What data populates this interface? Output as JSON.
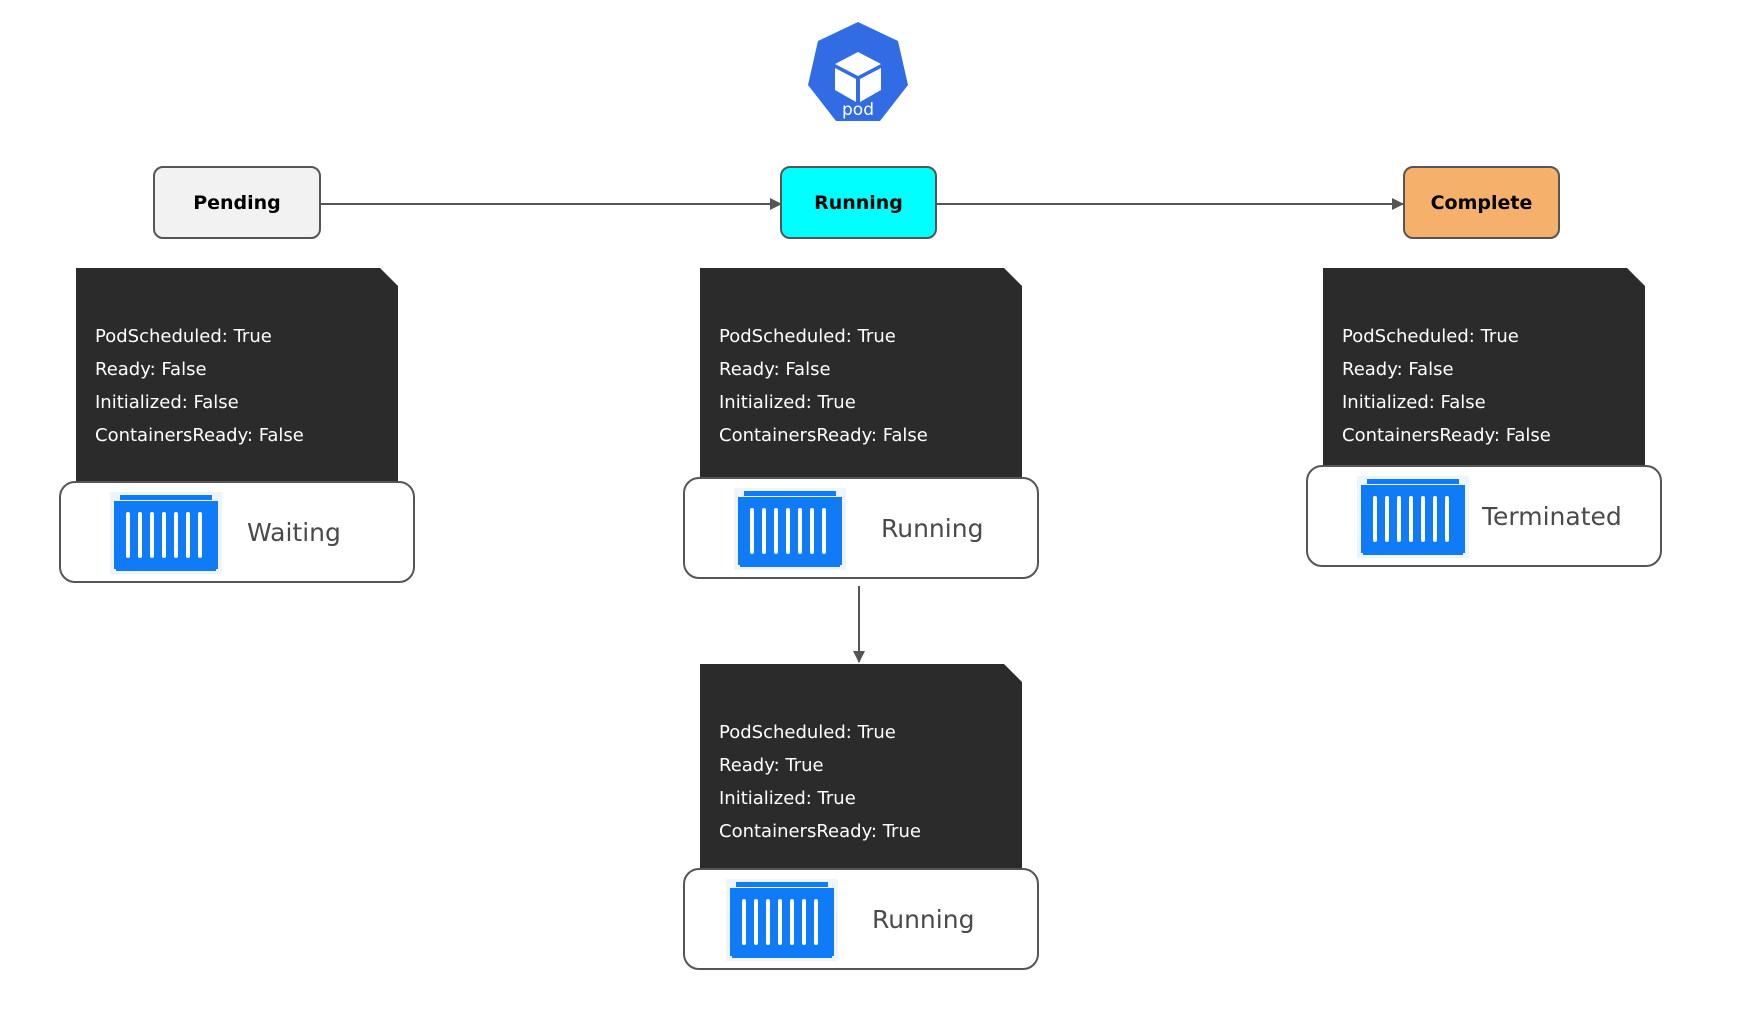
{
  "logo": {
    "icon": "pod-icon",
    "label": "pod",
    "color": "#326ce5"
  },
  "phases": {
    "pending": {
      "label": "Pending",
      "color": "#f2f2f2"
    },
    "running": {
      "label": "Running",
      "color": "#00ffff"
    },
    "complete": {
      "label": "Complete",
      "color": "#f5b06b"
    }
  },
  "columns": {
    "pending": {
      "conditions": [
        "PodScheduled: True",
        "Ready: False",
        "Initialized: False",
        "ContainersReady: False"
      ],
      "container": {
        "icon": "container-icon",
        "state": "Waiting"
      }
    },
    "running": {
      "conditions": [
        "PodScheduled: True",
        "Ready: False",
        "Initialized: True",
        "ContainersReady: False"
      ],
      "container": {
        "icon": "container-icon",
        "state": "Running"
      }
    },
    "running_ready": {
      "conditions": [
        "PodScheduled: True",
        "Ready: True",
        "Initialized: True",
        "ContainersReady: True"
      ],
      "container": {
        "icon": "container-icon",
        "state": "Running"
      }
    },
    "complete": {
      "conditions": [
        "PodScheduled: True",
        "Ready: False",
        "Initialized: False",
        "ContainersReady: False"
      ],
      "container": {
        "icon": "container-icon",
        "state": "Terminated"
      }
    }
  },
  "colors": {
    "note_bg": "#2b2b2b",
    "container_blue": "#0f7bf7",
    "connector": "#555555"
  }
}
